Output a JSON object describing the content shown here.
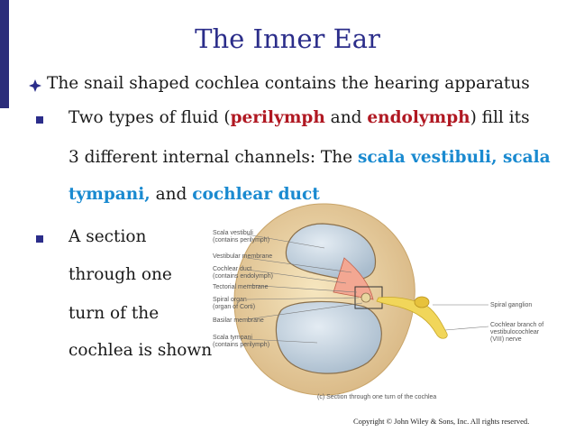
{
  "slide": {
    "title": "The Inner Ear",
    "bullet1": "The snail shaped cochlea contains the hearing apparatus",
    "bullet2": {
      "t1": "Two types of fluid (",
      "perilymph": "perilymph",
      "t2": " and ",
      "endolymph": "endolymph",
      "t3": ") fill its",
      "t4": "3 different internal channels: The ",
      "scala_vest": "scala vestibuli, scala",
      "tympani": "tympani,",
      "t5": " and ",
      "cochlear_duct": "cochlear duct"
    },
    "bullet3": {
      "l1": " A section",
      "l2": "through one",
      "l3": "turn of the",
      "l4": "cochlea is shown"
    },
    "copyright": "Copyright © John Wiley & Sons, Inc. All rights reserved."
  },
  "diagram": {
    "labels_left": [
      "Scala vestibuli",
      "(contains perilymph)",
      "Vestibular membrane",
      "Cochlear duct",
      "(contains endolymph)",
      "Tectorial membrane",
      "Spiral organ",
      "(organ of Corti)",
      "Basilar membrane",
      "Scala tympani",
      "(contains perilymph)"
    ],
    "labels_right": [
      "Spiral ganglion",
      "Cochlear branch of",
      "vestibulocochlear",
      "(VIII) nerve"
    ],
    "caption": "(c) Section through one turn of the cochlea"
  },
  "colors": {
    "title": "#2b2d8a",
    "emphasis_red": "#b01822",
    "emphasis_blue": "#1a8ad0",
    "accent_bar": "#2b2d7a"
  }
}
